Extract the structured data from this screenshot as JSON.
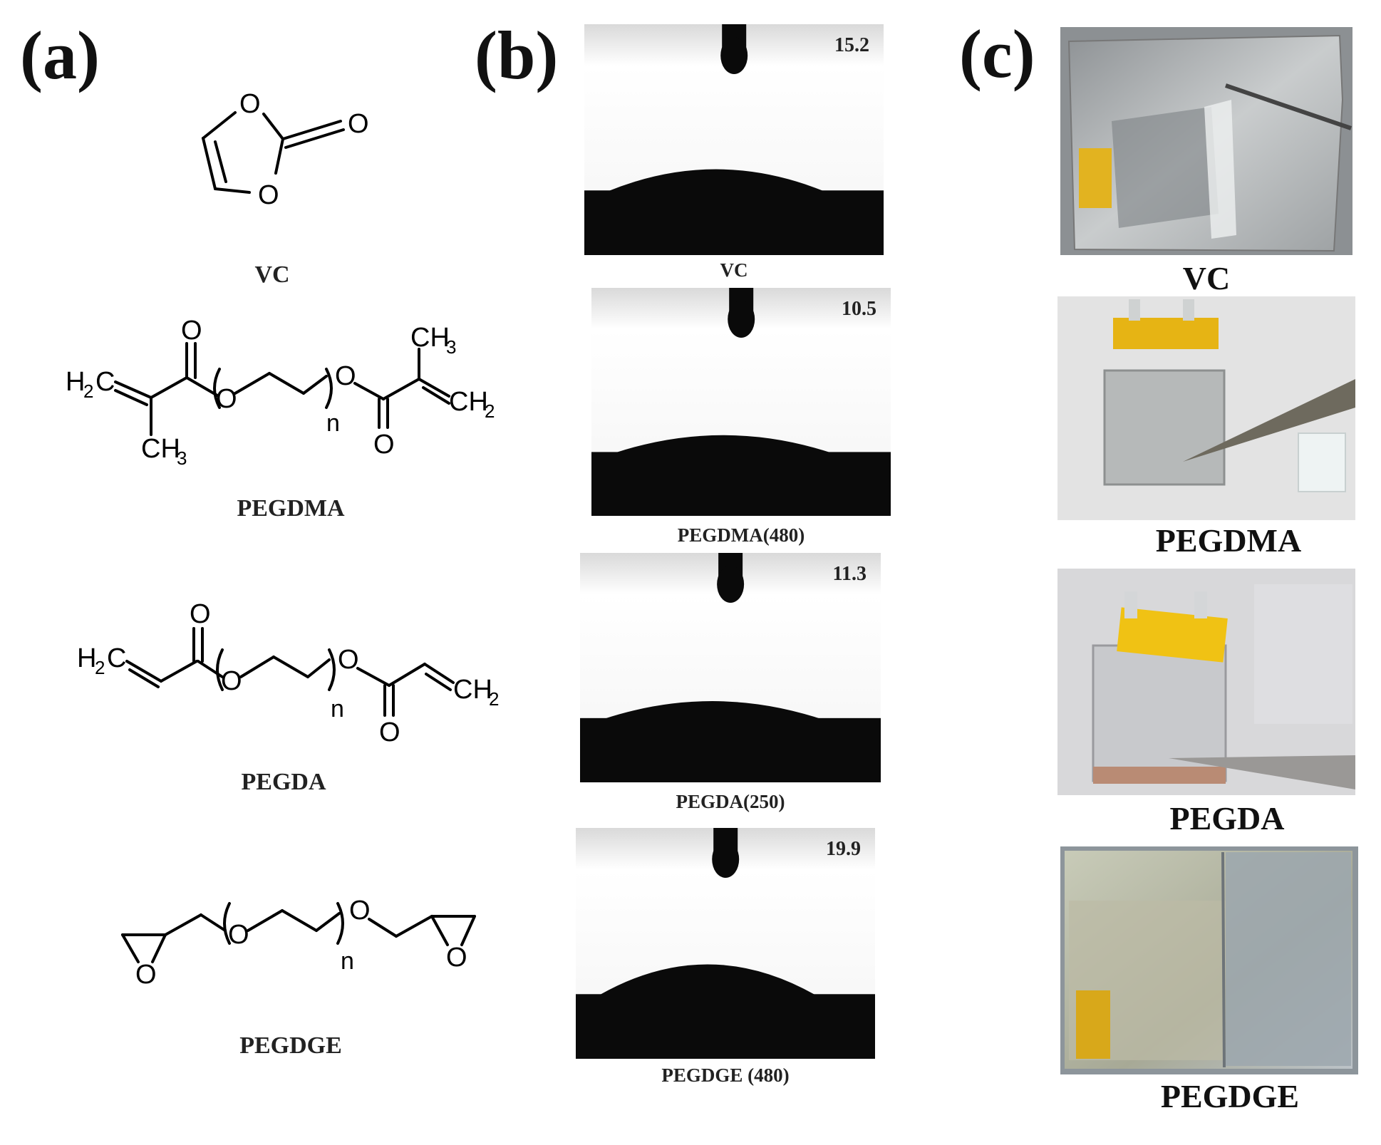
{
  "panels": {
    "a": {
      "label": "(a)",
      "molecules": [
        {
          "name": "VC",
          "atoms": [
            "O",
            "O",
            "O"
          ]
        },
        {
          "name": "PEGDMA",
          "atoms": [
            "H",
            "2",
            "C",
            "O",
            "O",
            "n",
            "O",
            "O",
            "CH",
            "3",
            "CH",
            "3",
            "CH",
            "2"
          ]
        },
        {
          "name": "PEGDA",
          "atoms": [
            "H",
            "2",
            "C",
            "O",
            "O",
            "n",
            "O",
            "O",
            "CH",
            "2"
          ]
        },
        {
          "name": "PEGDGE",
          "atoms": [
            "O",
            "O",
            "n",
            "O",
            "O"
          ]
        }
      ]
    },
    "b": {
      "label": "(b)",
      "images": [
        {
          "caption": "VC",
          "angle": "15.2",
          "drop_aspect": 0.1
        },
        {
          "caption": "PEGDMA(480)",
          "angle": "10.5",
          "drop_aspect": 0.08
        },
        {
          "caption": "PEGDA(250)",
          "angle": "11.3",
          "drop_aspect": 0.08
        },
        {
          "caption": "PEGDGE (480)",
          "angle": "19.9",
          "drop_aspect": 0.14
        }
      ]
    },
    "c": {
      "label": "(c)",
      "photos": [
        {
          "caption": "VC",
          "pouch_color": "#b9bcbd",
          "background": "#8b8f92",
          "tab_color": "#e0b21a"
        },
        {
          "caption": "PEGDMA",
          "pouch_color": "#b4b7b7",
          "background": "#dcdcdc",
          "tab_color": "#e8b414"
        },
        {
          "caption": "PEGDA",
          "pouch_color": "#c9cacd",
          "background": "#d6d6d8",
          "tab_color": "#f0c214"
        },
        {
          "caption": "PEGDGE",
          "pouch_color": "#a9ab9c",
          "background": "#8e969c",
          "tab_color": "#d8a81a"
        }
      ]
    }
  }
}
